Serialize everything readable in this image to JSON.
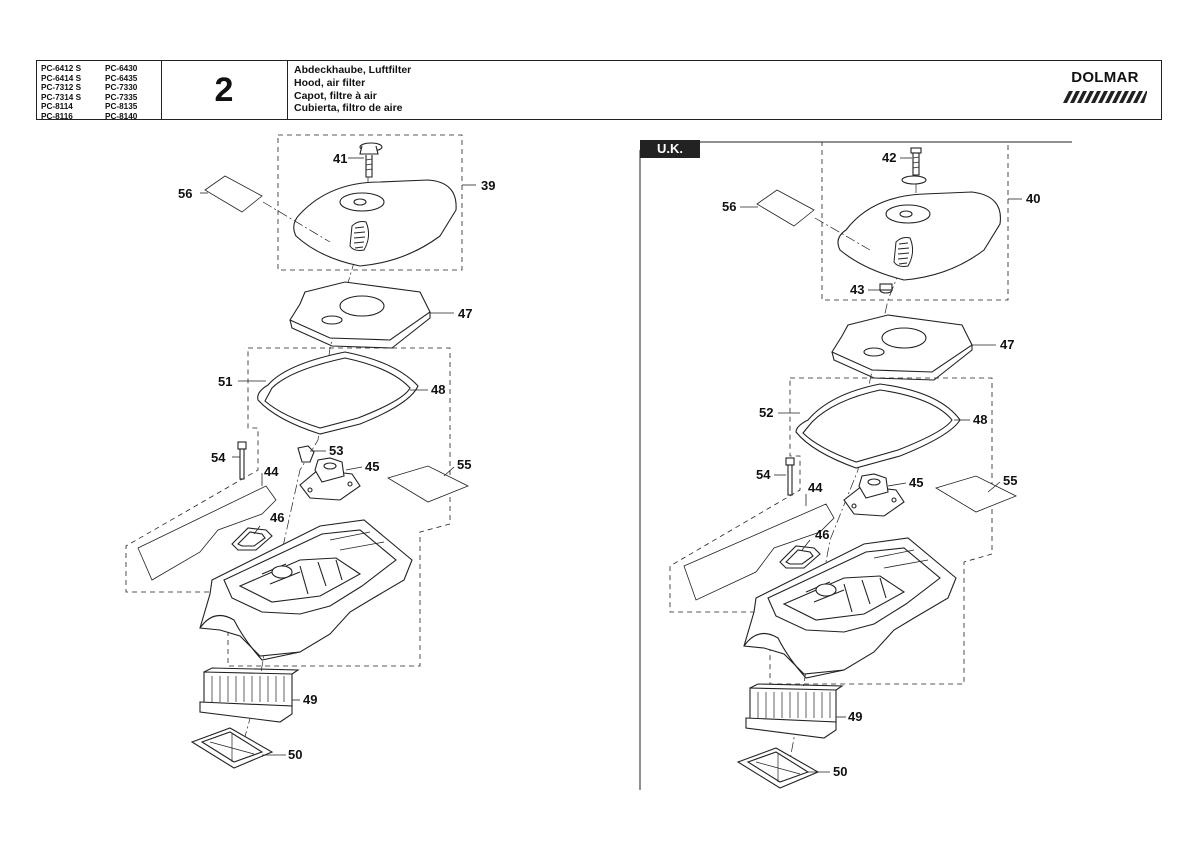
{
  "header": {
    "models_col1": [
      "PC-6412 S",
      "PC-6414 S",
      "PC-7312 S",
      "PC-7314 S",
      "PC-8114",
      "PC-8116"
    ],
    "models_col2": [
      "PC-6430",
      "PC-6435",
      "PC-7330",
      "PC-7335",
      "PC-8135",
      "PC-8140"
    ],
    "plate_number": "2",
    "titles": [
      "Abdeckhaube, Luftfilter",
      "Hood, air filter",
      "Capot, filtre à air",
      "Cubierta, filtro de aire"
    ],
    "brand": "DOLMAR"
  },
  "left_diagram": {
    "labels": [
      "41",
      "56",
      "39",
      "47",
      "51",
      "48",
      "54",
      "53",
      "45",
      "44",
      "55",
      "46",
      "49",
      "50"
    ]
  },
  "right_diagram": {
    "region_tag": "U.K.",
    "labels": [
      "42",
      "56",
      "40",
      "43",
      "47",
      "52",
      "48",
      "54",
      "45",
      "44",
      "55",
      "46",
      "49",
      "50"
    ]
  },
  "colors": {
    "ink": "#222222",
    "panel_fill": "#f4f4f4",
    "tab_bg": "#222222"
  }
}
